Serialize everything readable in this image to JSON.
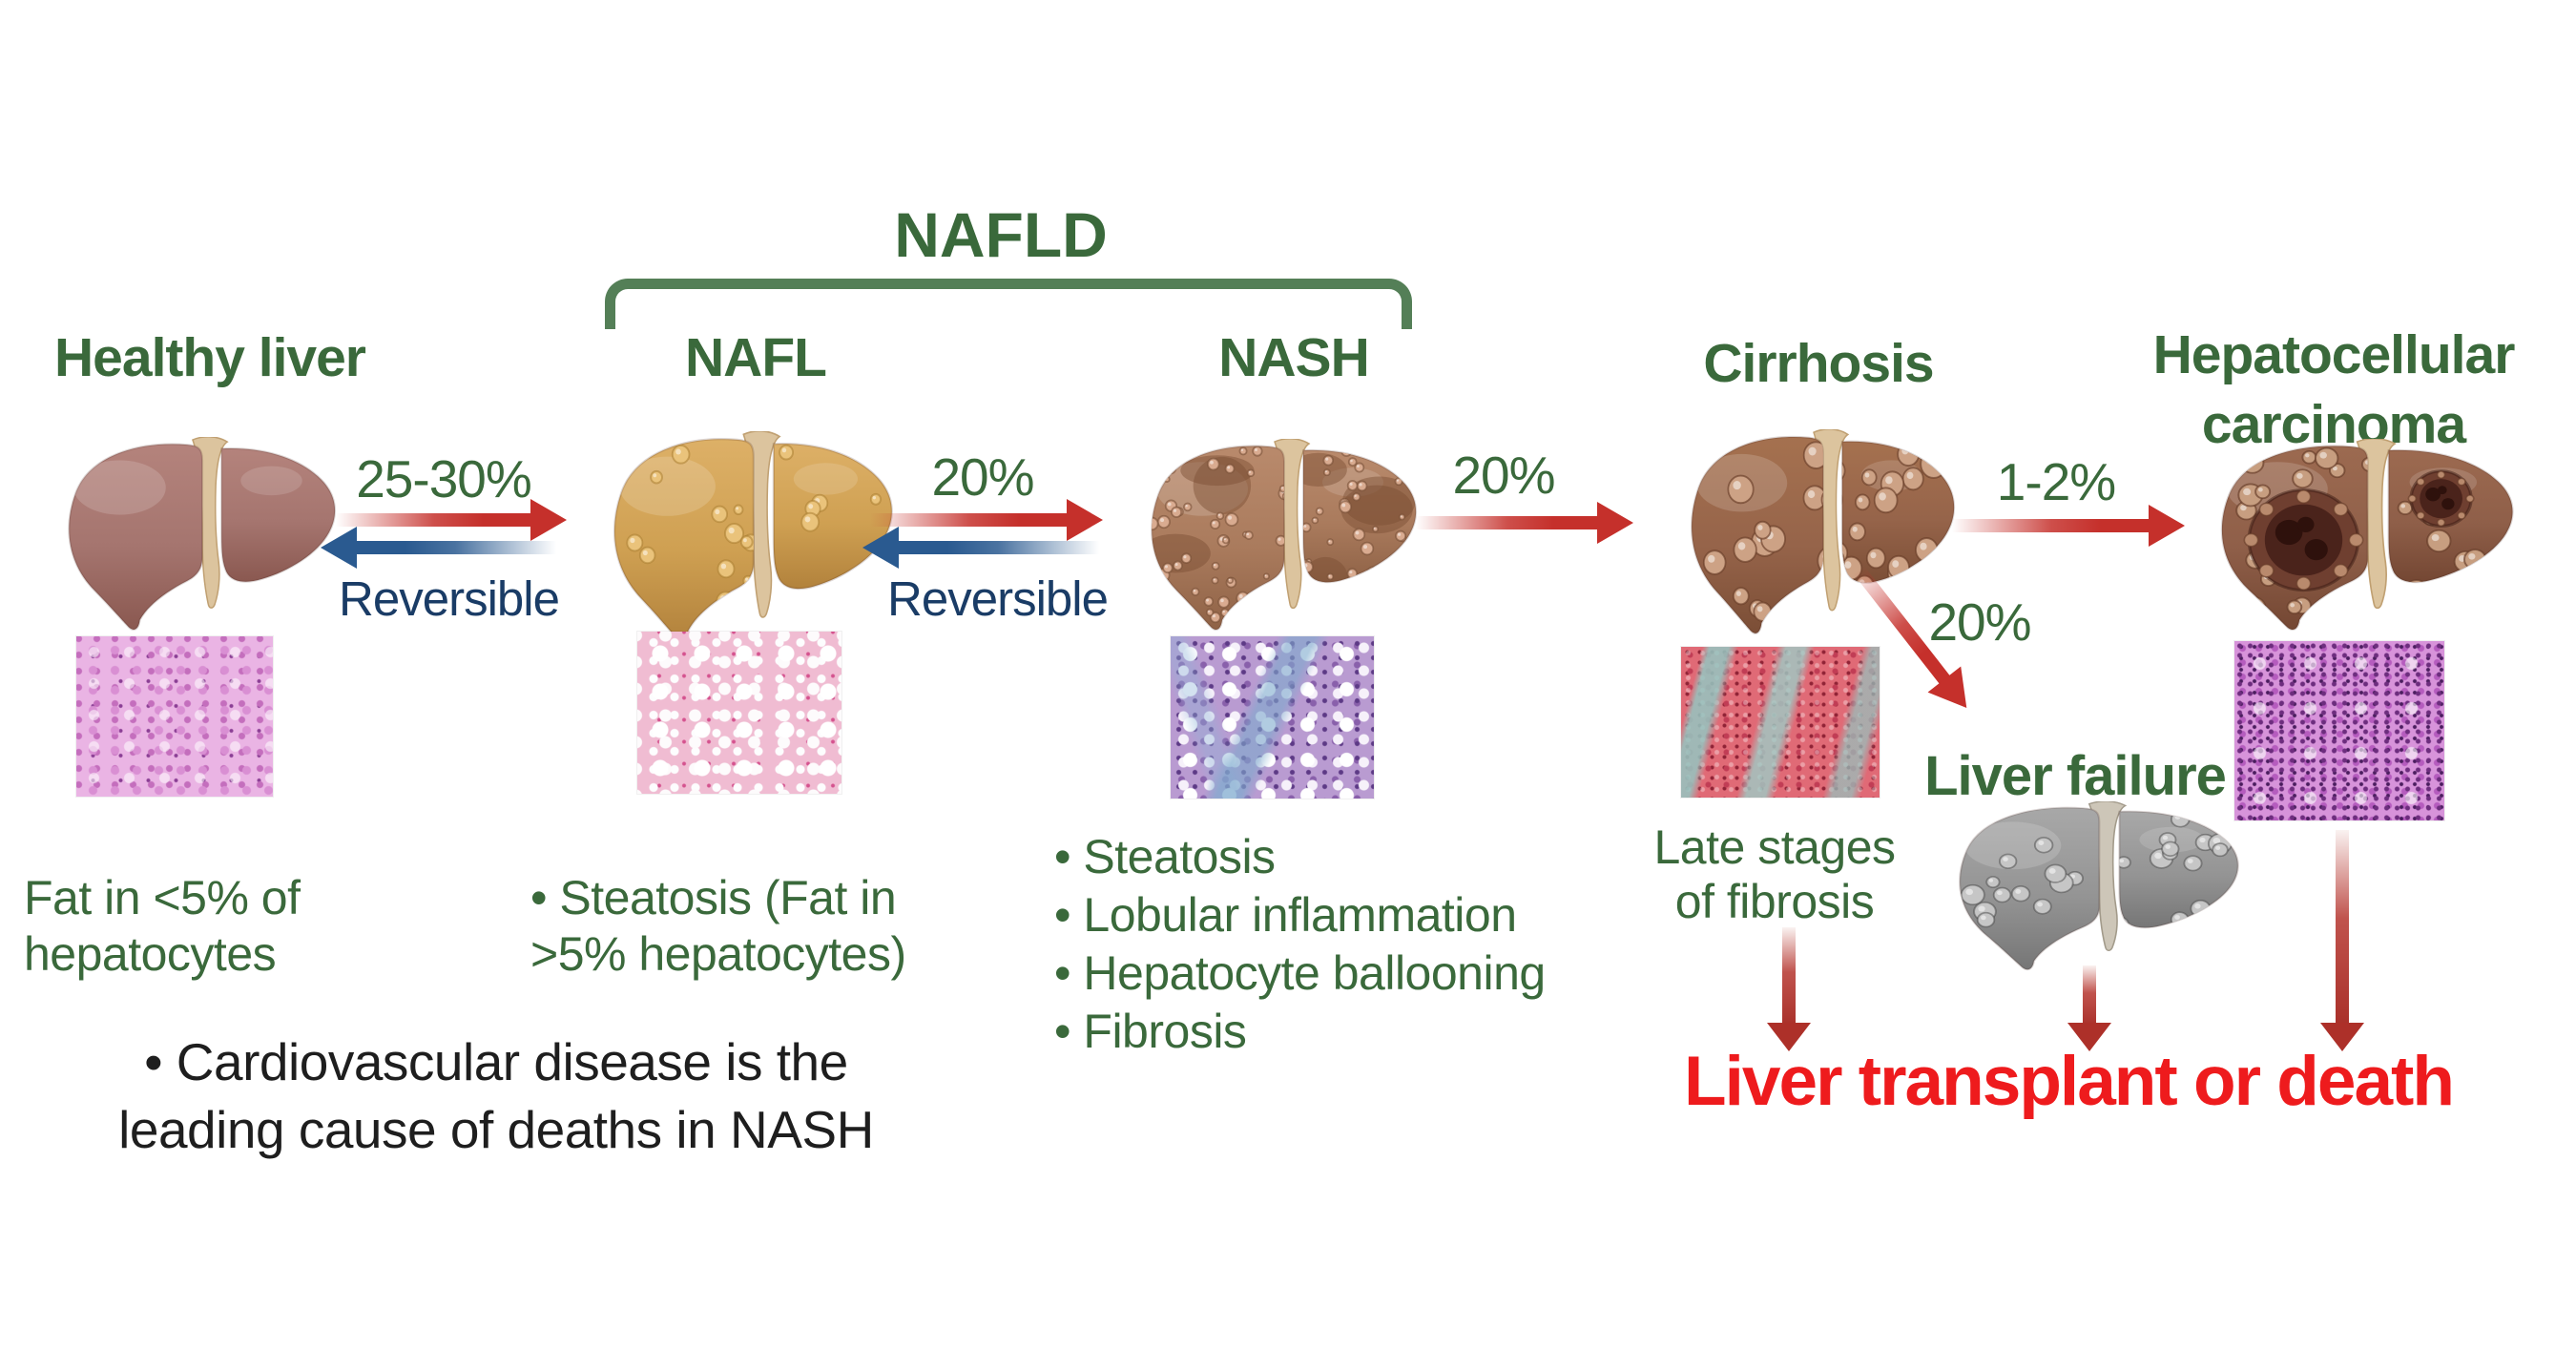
{
  "colors": {
    "green_text": "#3a693b",
    "navy_text": "#1a3c66",
    "red_arrow": "#c5302b",
    "blue_arrow": "#2a5a90",
    "down_arrow_red": "#ad3029",
    "outcome_red": "#ee1b1d",
    "black_text": "#1e1e1e",
    "bracket_green": "#547f57",
    "livers": {
      "healthy": "#a5756f",
      "nafl": "#cfa052",
      "nash": "#aa7b5d",
      "cirrhosis": "#96644a",
      "hcc": "#8f5f49",
      "failure": "#949494"
    }
  },
  "nafld_group": {
    "title": "NAFLD"
  },
  "stages": {
    "healthy": {
      "title": "Healthy liver",
      "note_line1": "Fat in <5% of",
      "note_line2": "hepatocytes"
    },
    "nafl": {
      "title": "NAFL",
      "note_line1": "• Steatosis (Fat in",
      "note_line2": ">5% hepatocytes)"
    },
    "nash": {
      "title": "NASH",
      "bullets": [
        "• Steatosis",
        "• Lobular inflammation",
        "• Hepatocyte ballooning",
        "• Fibrosis"
      ]
    },
    "cirrhosis": {
      "title": "Cirrhosis",
      "note_line1": "Late stages",
      "note_line2": "of fibrosis"
    },
    "hcc": {
      "title_line1": "Hepatocellular",
      "title_line2": "carcinoma"
    },
    "liver_failure": {
      "title": "Liver failure"
    }
  },
  "transitions": {
    "healthy_to_nafl": {
      "label": "25-30%",
      "reverse": "Reversible"
    },
    "nafl_to_nash": {
      "label": "20%",
      "reverse": "Reversible"
    },
    "nash_to_cirrhosis": {
      "label": "20%"
    },
    "cirrhosis_to_hcc": {
      "label": "1-2%"
    },
    "cirrhosis_to_failure": {
      "label": "20%"
    }
  },
  "outcome": {
    "label": "Liver transplant or death"
  },
  "footnote": {
    "line1": "• Cardiovascular disease is the",
    "line2": "leading cause of deaths in NASH"
  }
}
